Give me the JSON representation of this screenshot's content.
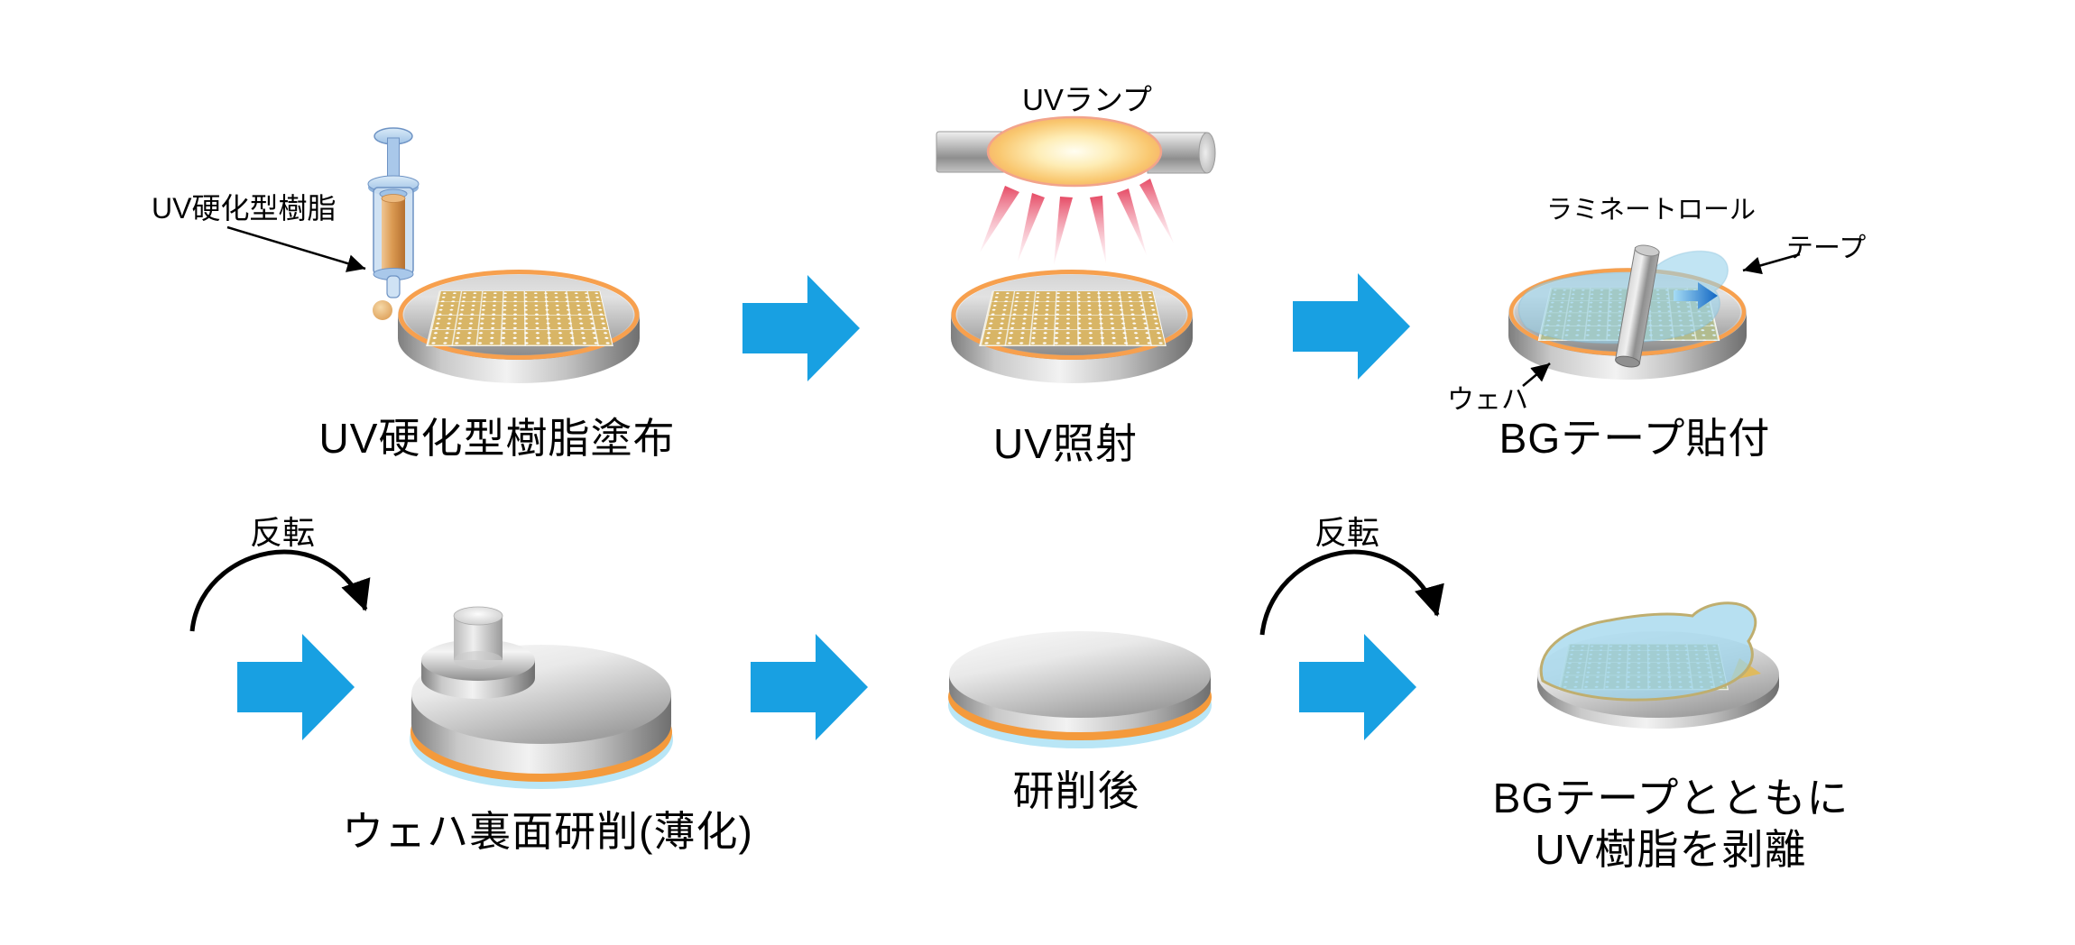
{
  "steps": [
    {
      "caption": "UV硬化型樹脂塗布",
      "annotation_resin": "UV硬化型樹脂"
    },
    {
      "caption": "UV照射",
      "annotation_lamp": "UVランプ"
    },
    {
      "caption": "BGテープ貼付",
      "annotation_roll": "ラミネートロール",
      "annotation_tape": "テープ",
      "annotation_wafer": "ウェハ"
    },
    {
      "caption": "ウェハ裏面研削(薄化)",
      "annotation_flip": "反転"
    },
    {
      "caption": "研削後"
    },
    {
      "caption_line1": "BGテープとともに",
      "caption_line2": "UV樹脂を剥離",
      "annotation_flip": "反転"
    }
  ],
  "colors": {
    "flow_arrow": "#18A0E2",
    "wafer_rim_orange": "#F7A04E",
    "die_gold": "#D8B566",
    "die_green": "#B2BC8F",
    "bg_tape_blue": "#9ED6EE",
    "uv_ray_red": "#E8536B",
    "lamp_glow_yellow": "#F8C469",
    "resin_orange": "#DB9A52",
    "backside_tape_blue": "#B9E6F6",
    "backside_resin_orange": "#F49A3C",
    "text": "#000000",
    "background": "#FFFFFF"
  }
}
